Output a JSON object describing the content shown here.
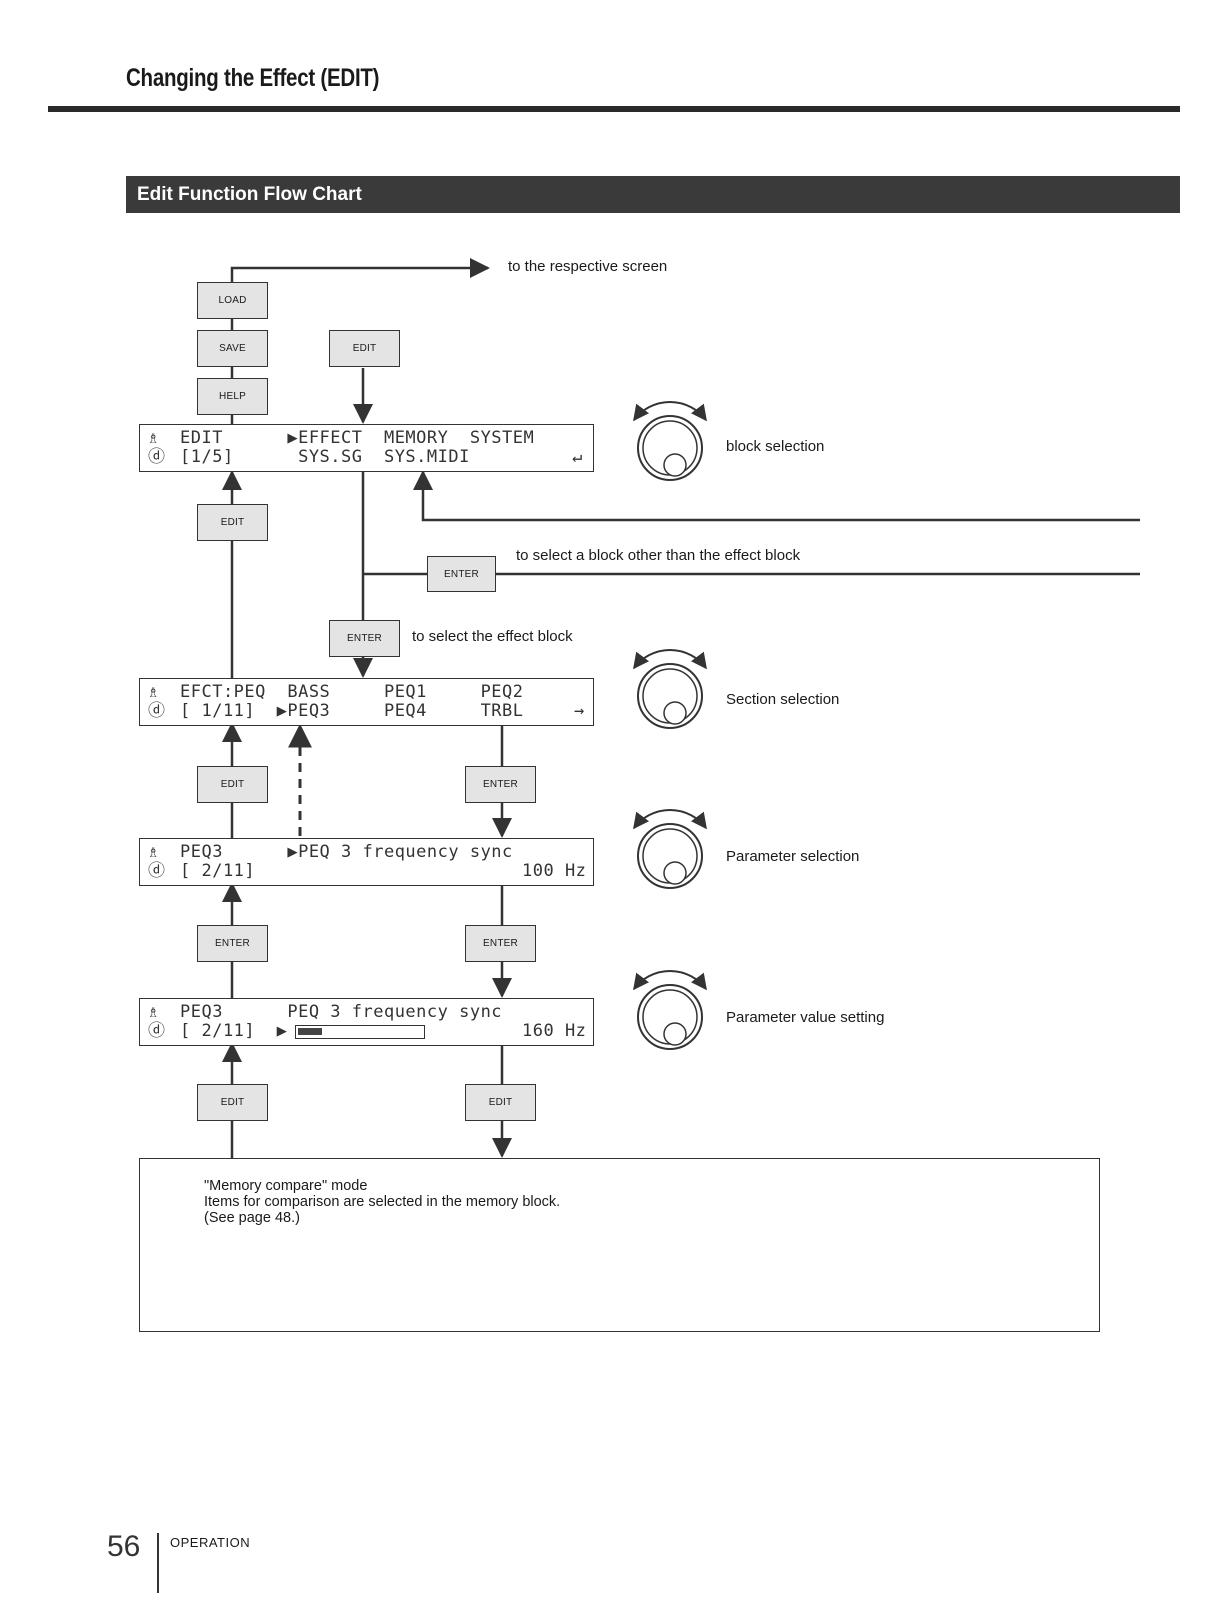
{
  "header": {
    "title": "Changing the Effect (EDIT)"
  },
  "section": {
    "title": "Edit Function Flow Chart"
  },
  "buttons": {
    "load": "LOAD",
    "save": "SAVE",
    "help": "HELP",
    "edit": "EDIT",
    "enter": "ENTER"
  },
  "screens": {
    "top": {
      "line1": "EDIT      ▶EFFECT  MEMORY  SYSTEM",
      "line2": "[1/5]      SYS.SG  SYS.MIDI"
    },
    "effect": {
      "line1": "EFCT:PEQ  BASS     PEQ1     PEQ2",
      "line2": "[ 1/11]  ▶PEQ3     PEQ4     TRBL"
    },
    "param": {
      "line1": "PEQ3      ▶PEQ 3 frequency sync",
      "line2": "[ 2/11]",
      "value": "100 Hz"
    },
    "value": {
      "line1": "PEQ3      PEQ 3 frequency sync",
      "line2": "[ 2/11]  ▶",
      "value": "160 Hz"
    }
  },
  "notes": {
    "respective": "to the respective screen",
    "other_block": "to select a block other than the effect block",
    "effect_block": "to select the effect block"
  },
  "dials": {
    "block": "block selection",
    "section": "Section selection",
    "parameter": "Parameter selection",
    "value": "Parameter value setting"
  },
  "memory_compare": {
    "line1": "\"Memory compare\" mode",
    "line2": "Items for comparison are selected in the memory block.",
    "line3": "(See page 48.)"
  },
  "footer": {
    "page_number": "56",
    "section": "OPERATION"
  }
}
